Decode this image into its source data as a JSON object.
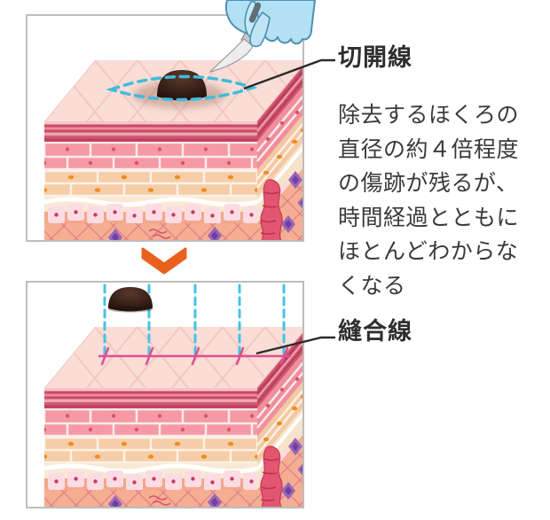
{
  "panels": {
    "top": {
      "callout_label": "切開線"
    },
    "bottom": {
      "callout_label": "縫合線"
    }
  },
  "description": {
    "lines": [
      "除去するほくろの",
      "直径の約４倍程度",
      "の傷跡が残るが、",
      "時間経過とともに",
      "ほとんどわからな",
      "くなる"
    ]
  },
  "icons": {
    "arrow": "down-chevron-icon",
    "hand": "gloved-hand-with-scalpel-icon"
  },
  "colors": {
    "accent_orange": "#e9611d",
    "incision_dash_cyan": "#3fbcdc",
    "suture_pink": "#dd4f93",
    "callout_line": "#2b2b2b",
    "box_border": "#bdbdbd",
    "glove_blue": "#b3e0f3",
    "mole_brown": "#2e1a12",
    "skin_top": "#f9ddd6",
    "text": "#3a3a3a"
  }
}
